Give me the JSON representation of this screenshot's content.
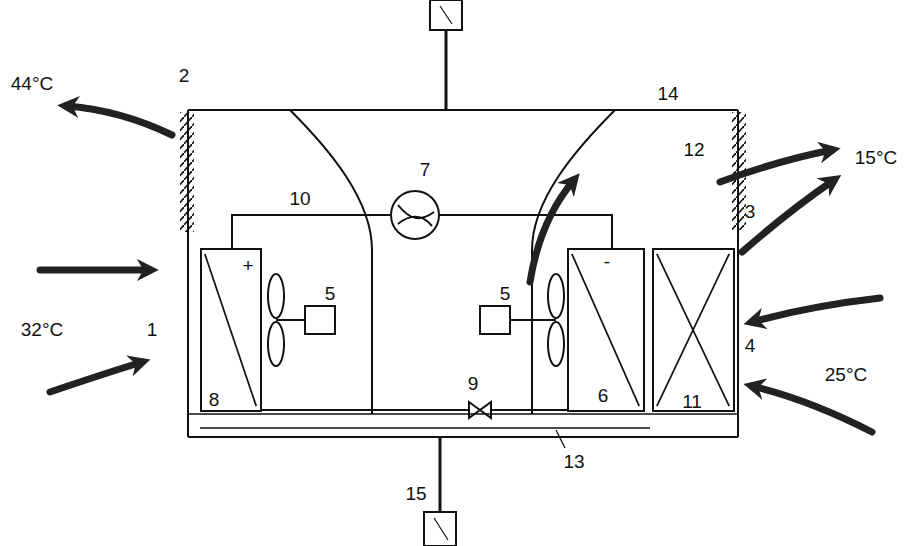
{
  "diagram": {
    "nodes": [
      {
        "text": [
          "+",
          "8"
        ]
      },
      {
        "text": [
          "-",
          "6"
        ]
      },
      {
        "text": [
          "11"
        ]
      }
    ],
    "labels": [
      "44°C",
      "2",
      "14",
      "7",
      "10",
      "12",
      "3",
      "15°C",
      "5",
      "5",
      "32°C",
      "1",
      "4",
      "25°C",
      "9",
      "13",
      "15"
    ]
  }
}
